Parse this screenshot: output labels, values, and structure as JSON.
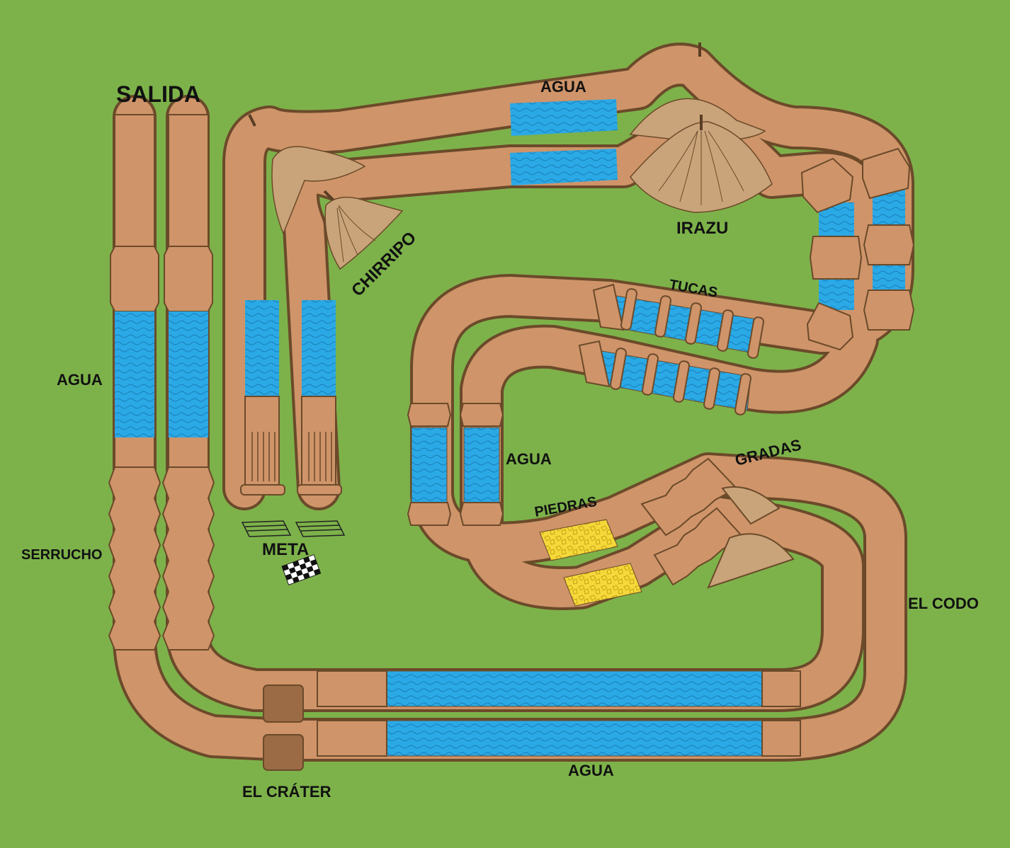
{
  "map": {
    "background_color": "#7db24a",
    "track_color": "#cf9469",
    "water_color": "#2aa9e6",
    "stones_color": "#f5d93a",
    "crater_color": "#9b6b45",
    "volcano_color": "#c9a47a",
    "labels": {
      "start": "SALIDA",
      "water_left": "AGUA",
      "saw": "SERRUCHO",
      "finish": "META",
      "crater": "EL CRÁTER",
      "water_bottom": "AGUA",
      "elbow": "EL CODO",
      "steps": "GRADAS",
      "stones": "PIEDRAS",
      "water_middle": "AGUA",
      "logs": "TUCAS",
      "irazu": "IRAZU",
      "water_top": "AGUA",
      "chirripo": "CHIRRIPO"
    }
  }
}
